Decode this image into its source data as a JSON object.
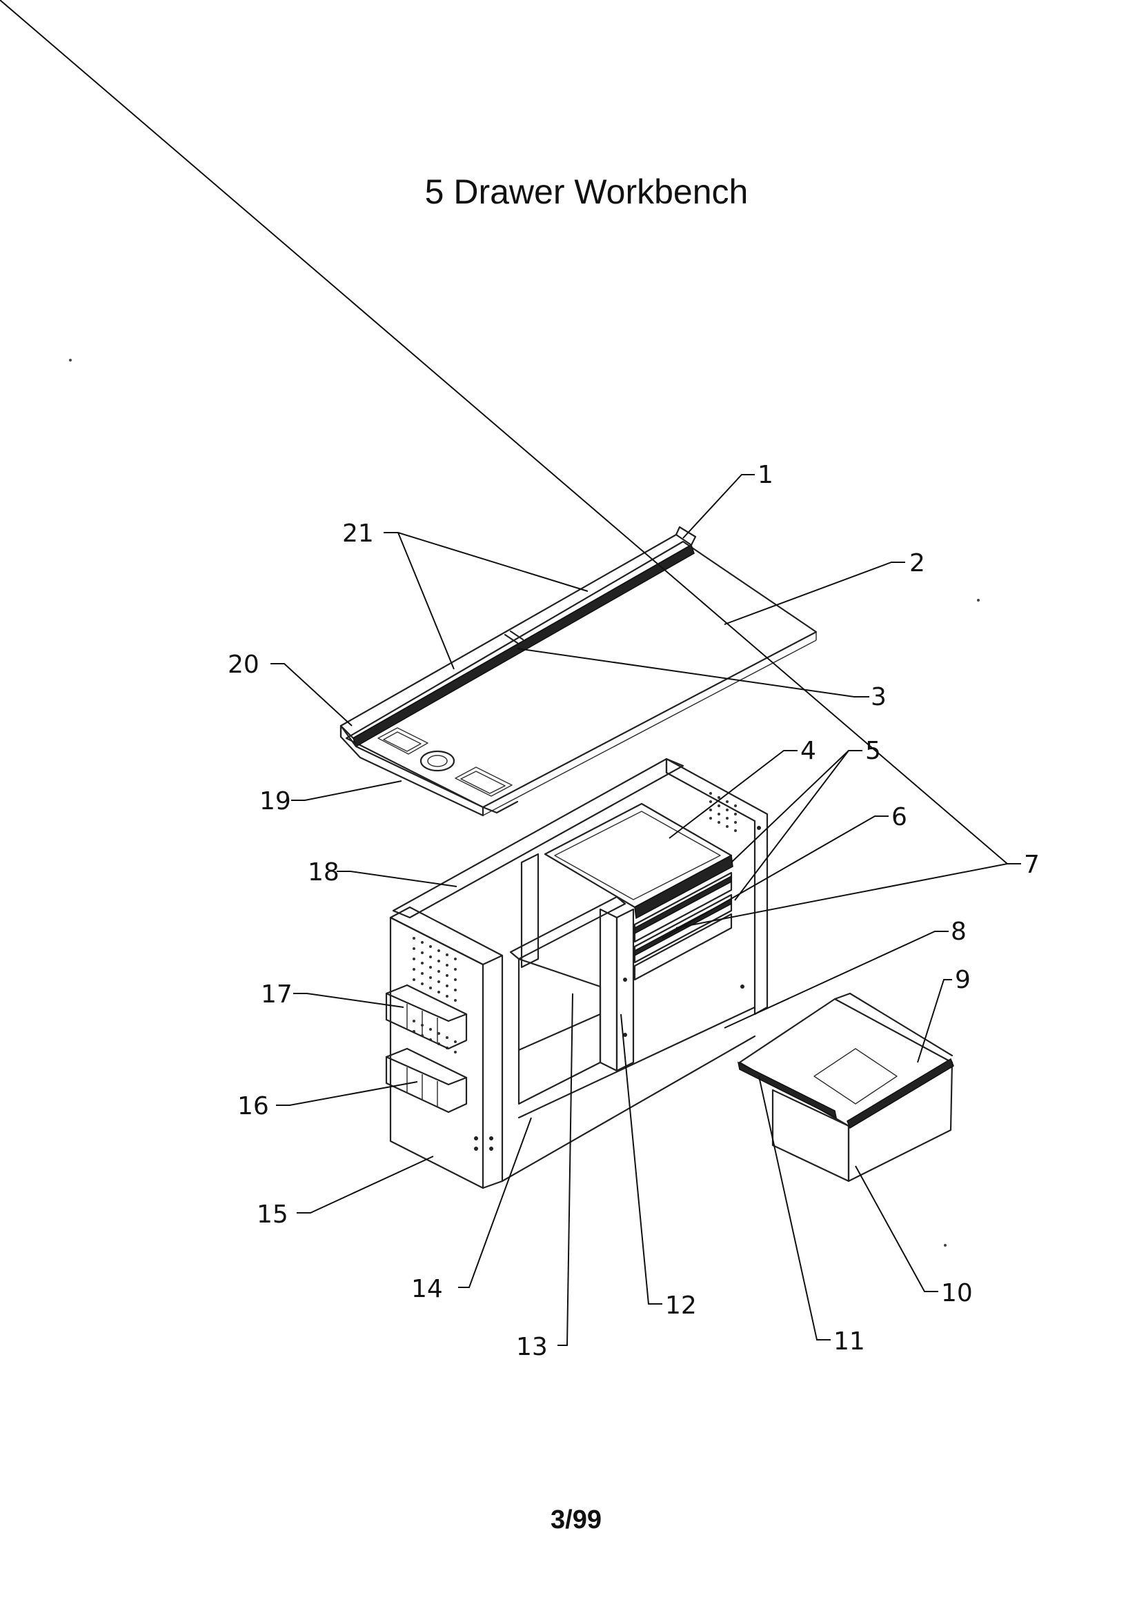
{
  "title": "5 Drawer Workbench",
  "footer": "3/99",
  "callouts": [
    "1",
    "2",
    "3",
    "4",
    "5",
    "6",
    "7",
    "8",
    "9",
    "10",
    "11",
    "12",
    "13",
    "14",
    "15",
    "16",
    "17",
    "18",
    "19",
    "20",
    "21"
  ]
}
